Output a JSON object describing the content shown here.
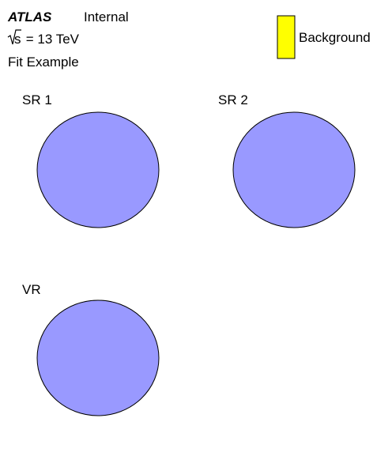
{
  "header": {
    "experiment": "ATLAS",
    "status": "Internal",
    "energy_sqrt": "s",
    "energy_rest": " = 13 TeV",
    "subtitle": "Fit Example"
  },
  "chart_data": {
    "type": "pie",
    "legend_position": "top-right",
    "legend": [
      {
        "name": "Background",
        "color": "#ffff00"
      }
    ],
    "pies": [
      {
        "label": "SR 1",
        "slices": [
          {
            "name": "",
            "value": 1.0,
            "color": "#9999ff"
          }
        ]
      },
      {
        "label": "SR 2",
        "slices": [
          {
            "name": "",
            "value": 1.0,
            "color": "#9999ff"
          }
        ]
      },
      {
        "label": "VR",
        "slices": [
          {
            "name": "",
            "value": 1.0,
            "color": "#9999ff"
          }
        ]
      }
    ]
  }
}
